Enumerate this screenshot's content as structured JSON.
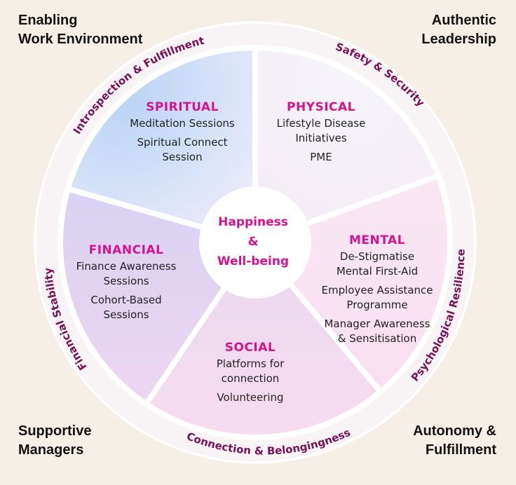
{
  "corners": {
    "top_left": [
      "Enabling",
      "Work Environment"
    ],
    "top_right": [
      "Authentic",
      "Leadership"
    ],
    "bottom_left": [
      "Supportive",
      "Managers"
    ],
    "bottom_right": [
      "Autonomy &",
      "Fulfillment"
    ]
  },
  "center": [
    "Happiness",
    "&",
    "Well-being"
  ],
  "rim_labels": {
    "top_left": "Introspection & Fulfillment",
    "top_right": "Safety & Security",
    "right": "Psychological Resilience",
    "bottom": "Connection & Belongingness",
    "left": "Financial Stability"
  },
  "segments": {
    "spiritual": {
      "title": "SPIRITUAL",
      "items": [
        "Meditation Sessions",
        "Spiritual Connect Session"
      ]
    },
    "physical": {
      "title": "PHYSICAL",
      "items": [
        "Lifestyle Disease Initiatives",
        "PME"
      ]
    },
    "mental": {
      "title": "MENTAL",
      "items": [
        "De-Stigmatise Mental First-Aid",
        "Employee Assistance Programme",
        "Manager Awareness & Sensitisation"
      ]
    },
    "social": {
      "title": "SOCIAL",
      "items": [
        "Platforms for connection",
        "Volunteering"
      ]
    },
    "financial": {
      "title": "FINANCIAL",
      "items": [
        "Finance Awareness Sessions",
        "Cohort-Based Sessions"
      ]
    }
  },
  "colors": {
    "accent": "#d4138f",
    "rim_text": "#7a1055",
    "background": "#f6efe8",
    "ring": "#f8f4f6"
  }
}
